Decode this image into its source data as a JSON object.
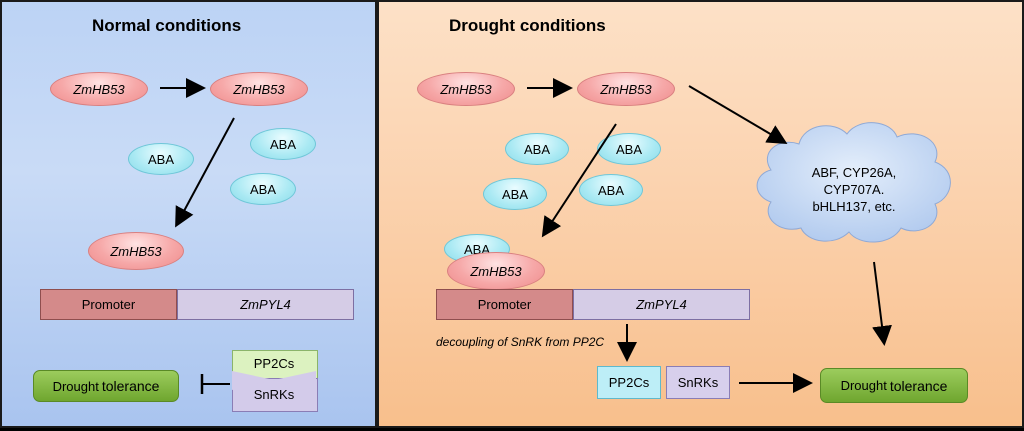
{
  "normal": {
    "title": "Normal conditions",
    "zmhb53_a": "ZmHB53",
    "zmhb53_b": "ZmHB53",
    "zmhb53_c": "ZmHB53",
    "aba_1": "ABA",
    "aba_2": "ABA",
    "aba_3": "ABA",
    "promoter": "Promoter",
    "gene": "ZmPYL4",
    "tolerance_word1": "Drought",
    "tolerance_word2": "tolerance",
    "pp2cs": "PP2Cs",
    "snrks": "SnRKs"
  },
  "drought": {
    "title": "Drought conditions",
    "zmhb53_a": "ZmHB53",
    "zmhb53_b": "ZmHB53",
    "zmhb53_bound": "ZmHB53",
    "aba_1": "ABA",
    "aba_2": "ABA",
    "aba_3": "ABA",
    "aba_4": "ABA",
    "aba_bound": "ABA",
    "cloud_lines": [
      "ABF, CYP26A,",
      "CYP707A.",
      "bHLH137, etc."
    ],
    "promoter": "Promoter",
    "gene": "ZmPYL4",
    "note": "decoupling of SnRK from PP2C",
    "pp2cs": "PP2Cs",
    "snrks": "SnRKs",
    "tolerance_word1": "Drought",
    "tolerance_word2": "tolerance"
  },
  "colors": {
    "normal_bg": "#bcd3f5",
    "drought_bg": "#fbd2ae",
    "zmhb53_fill": "#f6a8a8",
    "aba_fill": "#a9e9f3",
    "promoter_fill": "#d48a8a",
    "gene_fill": "#d5cce6",
    "tolerance_fill": "#7fb640",
    "cloud_fill": "#c9dcf6"
  }
}
